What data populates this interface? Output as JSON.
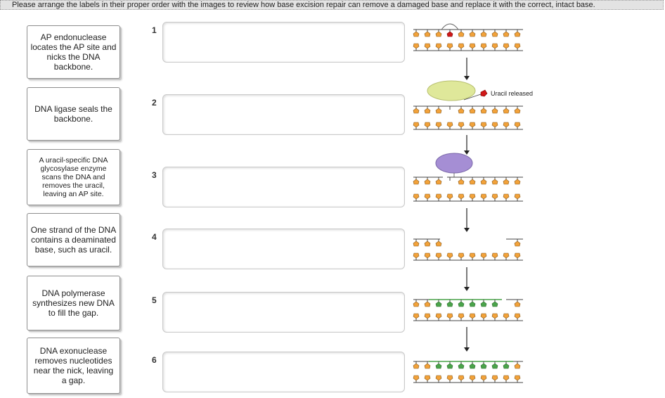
{
  "instructions": "Please arrange the labels in their proper order with the images to review how base excision repair can remove a damaged base and replace it with the correct, intact base.",
  "labels": [
    {
      "text": "AP endonuclease locates the AP site and nicks the DNA backbone."
    },
    {
      "text": "DNA ligase seals the backbone."
    },
    {
      "text": "A uracil-specific DNA glycosylase enzyme scans the DNA and removes the uracil, leaving an AP site."
    },
    {
      "text": "One strand of the DNA contains a deaminated base, such as uracil."
    },
    {
      "text": "DNA polymerase synthesizes new DNA to fill the gap."
    },
    {
      "text": "DNA exonuclease removes nucleotides near the nick, leaving a gap."
    }
  ],
  "steps": [
    {
      "number": "1"
    },
    {
      "number": "2"
    },
    {
      "number": "3"
    },
    {
      "number": "4"
    },
    {
      "number": "5"
    },
    {
      "number": "6"
    }
  ],
  "diagram": {
    "uracil_caption": "Uracil released",
    "colors": {
      "nucleotide": "#f2a23a",
      "new_nucleotide": "#4aa44a",
      "uracil": "#d01818",
      "glycosylase": "#dfe89a",
      "endonuclease": "#a58ed4"
    }
  }
}
